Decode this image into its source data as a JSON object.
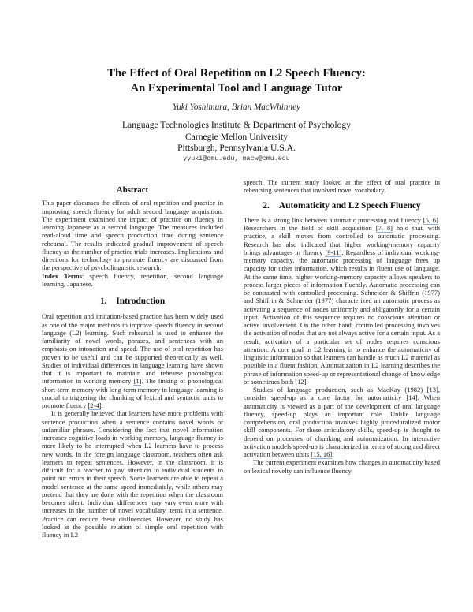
{
  "paper": {
    "title_line1": "The Effect of Oral Repetition on L2 Speech Fluency:",
    "title_line2": "An Experimental Tool and Language Tutor",
    "authors": "Yuki Yoshimura, Brian MacWhinney",
    "affiliation": [
      "Language Technologies Institute & Department of Psychology",
      "Carnegie Mellon University",
      "Pittsburgh, Pennsylvania U.S.A."
    ],
    "emails": "yyuki@cmu.edu, macw@cmu.edu"
  },
  "abstract": {
    "heading": "Abstract",
    "text": "This paper discusses the effects of oral repetition and practice in improving speech fluency for adult second language acquisition. The experiment examined the impact of practice on fluency in learning Japanese as a second language. The measures included read-aloud time and speech production time during sentence rehearsal. The results indicated gradual improvement of speech fluency as the number of practice trials increases. Implications and directions for technology to promote fluency are discussed from the perspective of psycholinguistic research.",
    "index_terms_label": "Index Terms",
    "index_terms": ": speech fluency, repetition, second language learning, Japanese."
  },
  "section1": {
    "number": "1.",
    "heading": "Introduction",
    "p1_a": "Oral repetition and imitation-based practice has been widely used as one of the major methods to improve speech fluency in second language (L2) learning. Such rehearsal is used to enhance the familiarity of novel words, phrases, and sentences with an emphasis on intonation and speed. The use of oral repetition has proven to be useful and can be supported theoretically as well. Studies of individual differences in language learning have shown that it is important to maintain and rehearse phonological information in working memory ",
    "p1_ref1": "[1]",
    "p1_b": ". The linking of phonological short-term memory with long-term memory in language learning is crucial to triggering the chunking of lexical and syntactic units to promote fluency ",
    "p1_ref2": "[2-4]",
    "p1_c": ".",
    "p2": "It is generally believed that learners have more problems with sentence production when a sentence contains novel words or unfamiliar phrases. Considering the fact that novel information increases cognitive loads in working memory, language fluency is more likely to be interrupted when L2 learners have to process new words. In the foreign language classroom, teachers often ask learners to repeat sentences. However, in the classroom, it is difficult for a teacher to pay attention to individual students to point out errors in their speech. Some learners are able to repeat a model sentence at the same speed immediately, while others may pretend that they are done with the repetition when the classroom becomes silent. Individual differences may vary even more with increases in the number of novel vocabulary items in a sentence. Practice can reduce these disfluencies. However, no study has looked at the possible relation of simple oral repetition with fluency in L2",
    "p2_cont": "speech. The current study looked at the effect of oral practice in rehearsing sentences that involved novel vocabulary."
  },
  "section2": {
    "number": "2.",
    "heading": "Automaticity and L2 Speech Fluency",
    "p1_a": "There is a strong link between automatic processing and fluency ",
    "ref_5_6": "[5, 6]",
    "p1_b": ". Researchers in the field of skill acquisition ",
    "ref_7_8": "[7, 8]",
    "p1_c": " hold that, with practice, a skill moves from controlled to automatic processing. Research has also indicated that higher working-memory capacity brings advantages in fluency ",
    "ref_9_11": "[9-11]",
    "p1_d": ". Regardless of individual working-memory capacity, the automatic processing of language frees up capacity for other information, which results in fluent use of language. At the same time, higher working-memory capacity allows speakers to process larger pieces of information fluently. Automatic processing can be contrasted with controlled processing. Schneider & Shiffrin (1977) and Shiffrin & Schneider (1977) characterized an automatic process as activating a sequence of nodes uniformly and obligatorily for a certain input. Activation of this sequence requires no conscious attention or active involvement. On the other hand, controlled processing involves the activation of nodes that are not always active for a certain input. As a result, activation of a particular set of nodes requires conscious attention. A core goal in L2 learning is to enhance the automaticity of linguistic information so that learners can handle as much L2 material as possible in a fluent fashion. Automatization in L2 learning describes the phrase of information speed-up or representational change of knowledge or sometimes both [12].",
    "p2_a": "Studies of language production, such as MacKay (1982) ",
    "ref_13": "[13]",
    "p2_b": ", consider speed-up as a core factor for automaticity [14]. When automaticity is viewed as a part of the development of oral language fluency, speed-up plays an important role. Unlike language comprehension, oral production involves highly proceduralized motor skill components. For these articulatory skills, speed-up is thought to depend on processes of chunking and automatization. In interactive activation models speed-up is characterized in terms of strong and direct activation between units ",
    "ref_15_16": "[15, 16]",
    "p2_c": ".",
    "p3": "The current experiment examines how changes in automaticity based on lexical novelty can influence fluency."
  }
}
